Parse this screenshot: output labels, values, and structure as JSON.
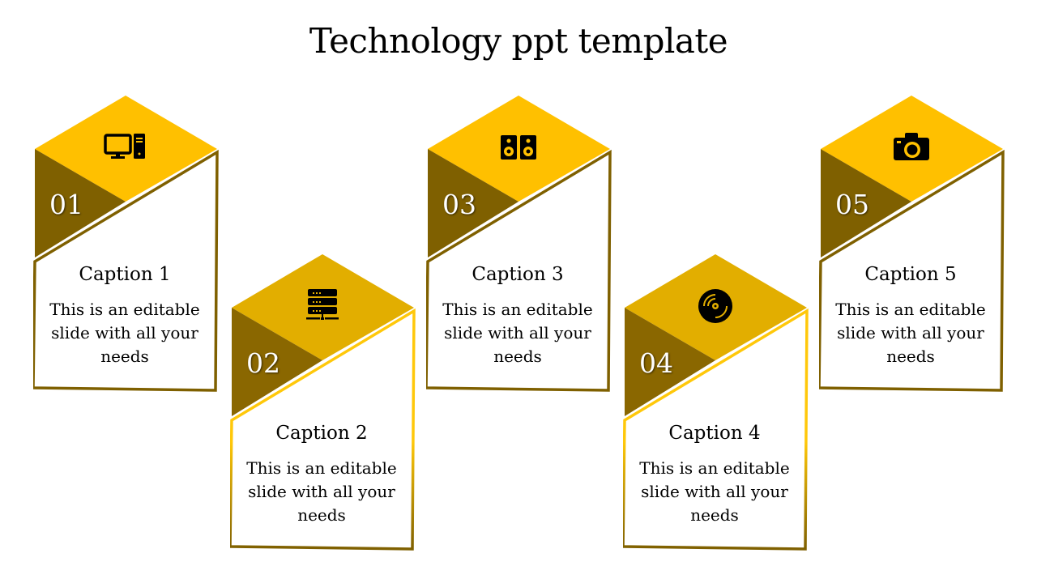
{
  "title": "Technology ppt template",
  "colors": {
    "top_light": "#FFC000",
    "top_dark": "#E2AE00",
    "tri_light": "#7F6000",
    "tri_dark": "#8A6700",
    "border": "#7F6000",
    "border_accent": "#FFC80A"
  },
  "cards": [
    {
      "number": "01",
      "icon": "desktop-computer-icon",
      "caption": "Caption 1",
      "text": "This is an editable slide with all your needs"
    },
    {
      "number": "02",
      "icon": "server-icon",
      "caption": "Caption 2",
      "text": "This is an editable slide with all your needs"
    },
    {
      "number": "03",
      "icon": "speakers-icon",
      "caption": "Caption 3",
      "text": "This is an editable slide with all your needs"
    },
    {
      "number": "04",
      "icon": "vinyl-disc-icon",
      "caption": "Caption 4",
      "text": "This is an editable slide with all your needs"
    },
    {
      "number": "05",
      "icon": "camera-icon",
      "caption": "Caption 5",
      "text": "This is an editable slide with all your needs"
    }
  ]
}
